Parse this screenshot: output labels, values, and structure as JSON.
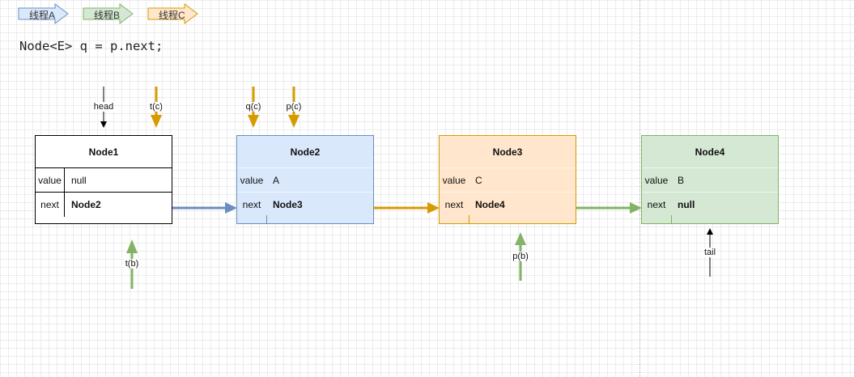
{
  "legend": [
    {
      "label": "线程A",
      "fill": "#dae8fc",
      "stroke": "#6c8ebf"
    },
    {
      "label": "线程B",
      "fill": "#d5e8d4",
      "stroke": "#82b366"
    },
    {
      "label": "线程C",
      "fill": "#ffe6cc",
      "stroke": "#d79b00"
    }
  ],
  "code": "Node<E> q = p.next;",
  "nodes": [
    {
      "title": "Node1",
      "value_key": "value",
      "value": "null",
      "next_key": "next",
      "next": "Node2"
    },
    {
      "title": "Node2",
      "value_key": "value",
      "value": "A",
      "next_key": "next",
      "next": "Node3"
    },
    {
      "title": "Node3",
      "value_key": "value",
      "value": "C",
      "next_key": "next",
      "next": "Node4"
    },
    {
      "title": "Node4",
      "value_key": "value",
      "value": "B",
      "next_key": "next",
      "next": "null"
    }
  ],
  "pointers": {
    "head": "head",
    "t_c": "t(c)",
    "q_c": "q(c)",
    "p_c": "p(c)",
    "t_b": "t(b)",
    "p_b": "p(b)",
    "tail": "tail"
  },
  "colors": {
    "blue": "#6c8ebf",
    "orange": "#d79b00",
    "green": "#82b366",
    "black": "#000000"
  }
}
